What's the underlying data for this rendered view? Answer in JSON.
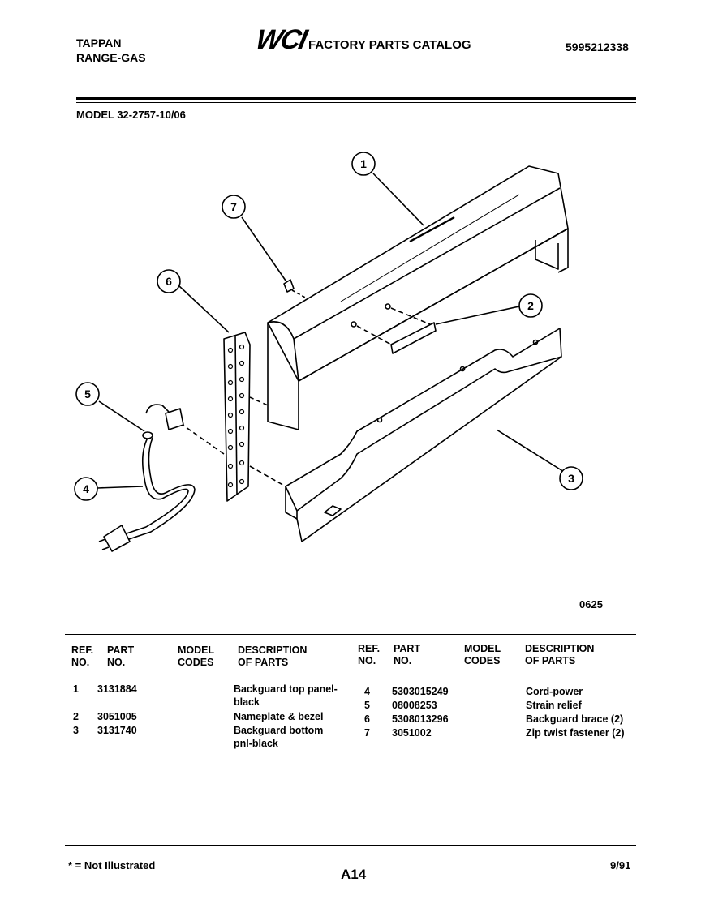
{
  "header": {
    "brand_line1": "TAPPAN",
    "brand_line2": "RANGE-GAS",
    "logo_text": "WCI",
    "catalog_title": "FACTORY PARTS CATALOG",
    "catalog_number": "5995212338",
    "model_label": "MODEL 32-2757-10/06"
  },
  "diagram": {
    "callouts": [
      "1",
      "2",
      "3",
      "4",
      "5",
      "6",
      "7"
    ],
    "drawing_code": "0625"
  },
  "table": {
    "columns": [
      [
        "REF.",
        "NO."
      ],
      [
        "PART",
        "NO."
      ],
      [
        "MODEL",
        "CODES"
      ],
      [
        "DESCRIPTION",
        "OF PARTS"
      ]
    ],
    "left_rows": [
      {
        "ref": "1",
        "part": "3131884",
        "codes": "",
        "desc": [
          "Backguard top panel-",
          "black"
        ]
      },
      {
        "ref": "2",
        "part": "3051005",
        "codes": "",
        "desc": [
          "Nameplate & bezel"
        ]
      },
      {
        "ref": "3",
        "part": "3131740",
        "codes": "",
        "desc": [
          "Backguard bottom",
          "pnl-black"
        ]
      }
    ],
    "right_rows": [
      {
        "ref": "4",
        "part": "5303015249",
        "codes": "",
        "desc": [
          "Cord-power"
        ]
      },
      {
        "ref": "5",
        "part": "08008253",
        "codes": "",
        "desc": [
          "Strain relief"
        ]
      },
      {
        "ref": "6",
        "part": "5308013296",
        "codes": "",
        "desc": [
          "Backguard brace (2)"
        ]
      },
      {
        "ref": "7",
        "part": "3051002",
        "codes": "",
        "desc": [
          "Zip twist fastener (2)"
        ]
      }
    ]
  },
  "footer": {
    "note": "* = Not Illustrated",
    "page_code": "A14",
    "date": "9/91"
  }
}
